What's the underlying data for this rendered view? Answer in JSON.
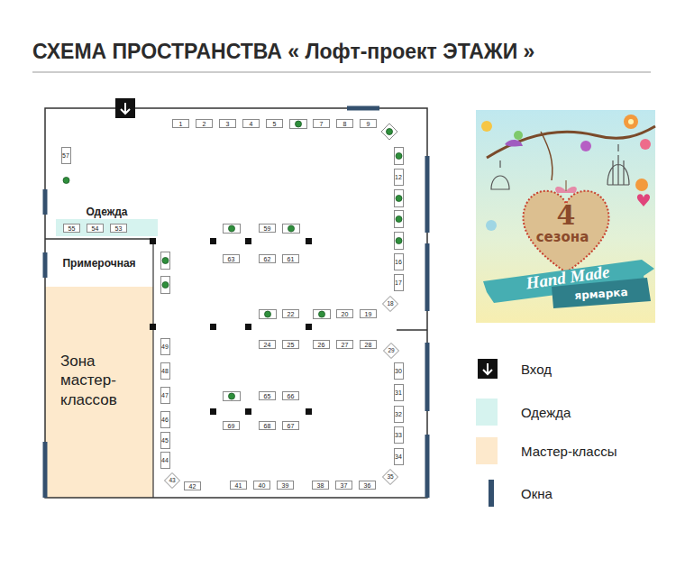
{
  "diagram": {
    "title": "СХЕМА ПРОСТРАНСТВА « Лофт-проект ЭТАЖИ »",
    "nodes": [
      {
        "text": [
          "1"
        ]
      },
      {
        "text": [
          "2"
        ]
      },
      {
        "text": [
          "3"
        ]
      },
      {
        "text": [
          "4"
        ]
      },
      {
        "text": [
          "5"
        ]
      },
      {
        "text": [
          "7"
        ]
      },
      {
        "text": [
          "8"
        ]
      },
      {
        "text": [
          "9"
        ]
      },
      {
        "text": [
          "57"
        ]
      },
      {
        "text": [
          "12"
        ]
      },
      {
        "text": [
          "Одежда"
        ]
      },
      {
        "text": [
          "55"
        ],
        "in": 10
      },
      {
        "text": [
          "54"
        ],
        "in": 10
      },
      {
        "text": [
          "53"
        ],
        "in": 10
      },
      {
        "text": [
          "59"
        ]
      },
      {
        "text": [
          "63"
        ]
      },
      {
        "text": [
          "62"
        ]
      },
      {
        "text": [
          "61"
        ]
      },
      {
        "text": [
          "16"
        ]
      },
      {
        "text": [
          "17"
        ]
      },
      {
        "text": [
          "Примерочная"
        ]
      },
      {
        "text": [
          "18"
        ]
      },
      {
        "text": [
          "22"
        ]
      },
      {
        "text": [
          "20"
        ]
      },
      {
        "text": [
          "19"
        ]
      },
      {
        "text": [
          "Зона мастер- классов"
        ]
      },
      {
        "text": [
          "24"
        ]
      },
      {
        "text": [
          "25"
        ]
      },
      {
        "text": [
          "26"
        ]
      },
      {
        "text": [
          "27"
        ]
      },
      {
        "text": [
          "28"
        ]
      },
      {
        "text": [
          "29"
        ]
      },
      {
        "text": [
          "49"
        ]
      },
      {
        "text": [
          "30"
        ]
      },
      {
        "text": [
          "48"
        ]
      },
      {
        "text": [
          "31"
        ]
      },
      {
        "text": [
          "65"
        ]
      },
      {
        "text": [
          "66"
        ]
      },
      {
        "text": [
          "47"
        ]
      },
      {
        "text": [
          "32"
        ]
      },
      {
        "text": [
          "46"
        ]
      },
      {
        "text": [
          "69"
        ]
      },
      {
        "text": [
          "68"
        ]
      },
      {
        "text": [
          "67"
        ]
      },
      {
        "text": [
          "33"
        ]
      },
      {
        "text": [
          "45"
        ]
      },
      {
        "text": [
          "44"
        ]
      },
      {
        "text": [
          "34"
        ]
      },
      {
        "text": [
          "35"
        ]
      },
      {
        "text": [
          "43"
        ]
      },
      {
        "text": [
          "42"
        ]
      },
      {
        "text": [
          "41"
        ]
      },
      {
        "text": [
          "40"
        ]
      },
      {
        "text": [
          "39"
        ]
      },
      {
        "text": [
          "38"
        ]
      },
      {
        "text": [
          "37"
        ]
      },
      {
        "text": [
          "36"
        ]
      }
    ],
    "labels": [
      "4",
      "сезона",
      "Hand Made",
      "ярмарка"
    ],
    "legend": [
      {
        "text": "Вход"
      },
      {
        "text": "Одежда",
        "color": "#d6f3ef"
      },
      {
        "text": "Мастер-классы",
        "color": "#fde9cc"
      },
      {
        "text": "Окна",
        "color": "#34506e"
      }
    ]
  }
}
